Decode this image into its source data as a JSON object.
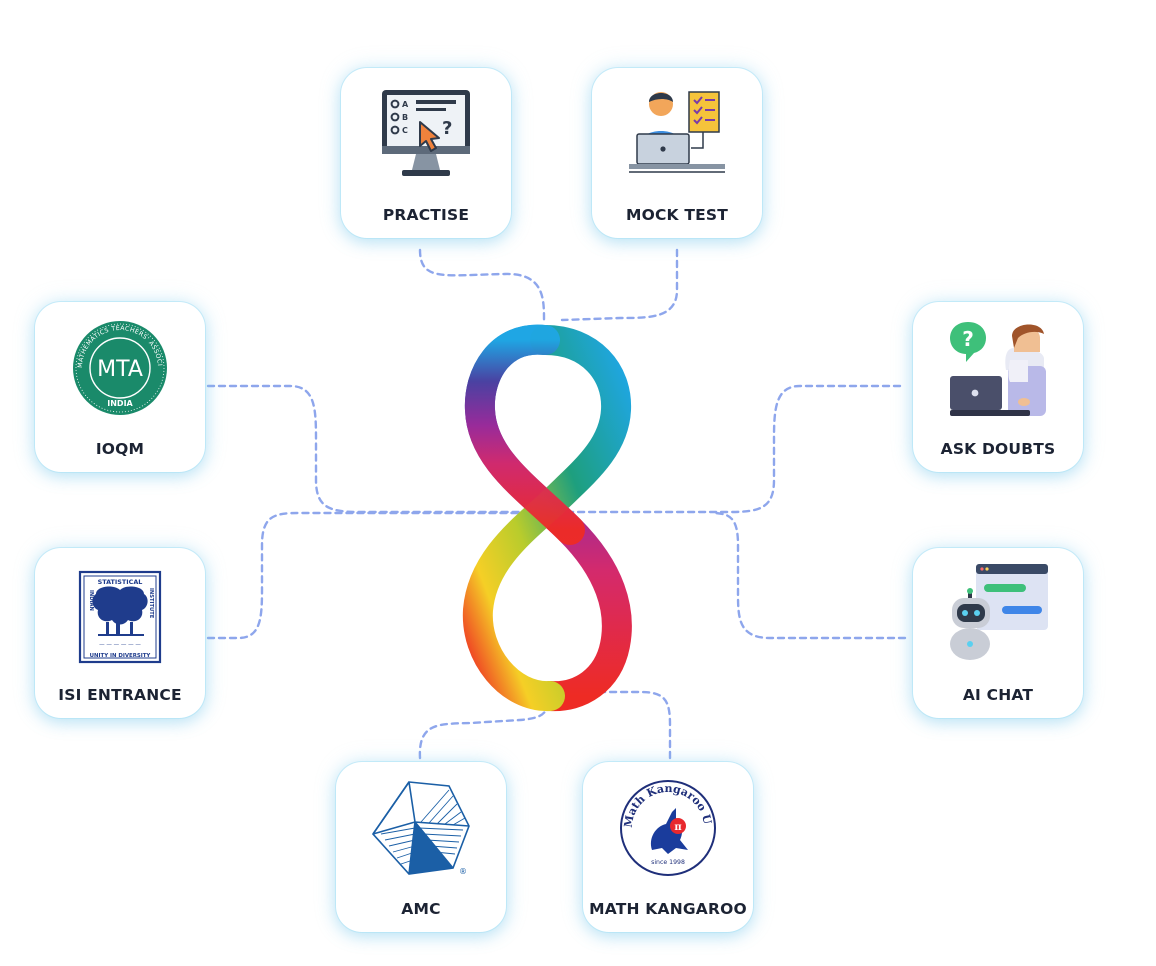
{
  "center": {
    "logo_icon": "infinity-eight-logo"
  },
  "cards": {
    "practise": {
      "label": "PRACTISE",
      "icon": "quiz-monitor-icon"
    },
    "mock_test": {
      "label": "MOCK TEST",
      "icon": "student-laptop-checklist-icon"
    },
    "ioqm": {
      "label": "IOQM",
      "icon": "mta-seal-icon",
      "logo_text": "MTA",
      "logo_ring_text": "MATHEMATICS TEACHERS' ASSOCIATION",
      "logo_bottom": "INDIA"
    },
    "ask_doubts": {
      "label": "ASK DOUBTS",
      "icon": "person-question-laptop-icon"
    },
    "isi_entrance": {
      "label": "ISI ENTRANCE",
      "icon": "isi-emblem-icon",
      "logo_top": "STATISTICAL",
      "logo_left": "INDIAN",
      "logo_right": "INSTITUTE",
      "logo_bottom": "UNITY IN DIVERSITY"
    },
    "ai_chat": {
      "label": "AI CHAT",
      "icon": "robot-chat-icon"
    },
    "amc": {
      "label": "AMC",
      "icon": "amc-polyhedron-icon"
    },
    "math_kangaroo": {
      "label": "MATH KANGAROO",
      "icon": "math-kangaroo-logo-icon",
      "logo_ring_text": "Math Kangaroo USA",
      "logo_since": "since 1998"
    }
  },
  "colors": {
    "connector": "#8ea6ec",
    "card_glow": "#9fd9f2",
    "label_text": "#1c2333"
  }
}
